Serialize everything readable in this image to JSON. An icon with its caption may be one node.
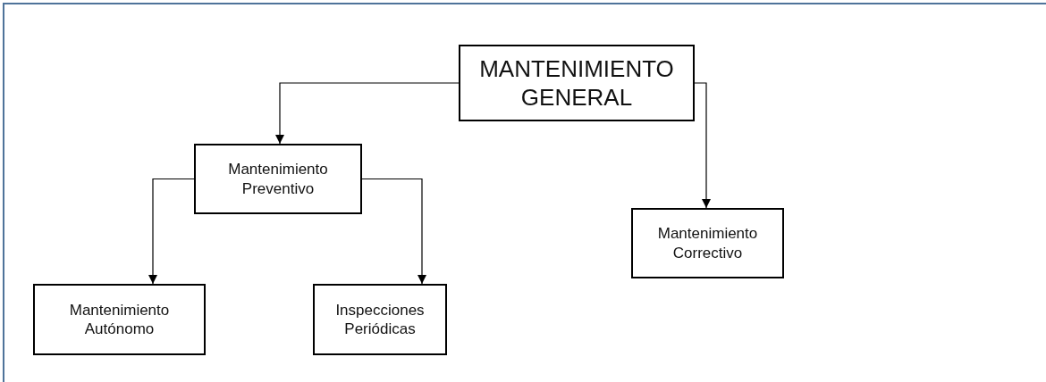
{
  "diagram": {
    "nodes": [
      {
        "text": [
          "MANTENIMIENTO GENERAL"
        ]
      },
      {
        "text": [
          "Mantenimiento Preventivo"
        ]
      },
      {
        "text": [
          "Mantenimiento Correctivo"
        ]
      },
      {
        "text": [
          "Mantenimiento Autónomo"
        ]
      },
      {
        "text": [
          "Inspecciones Periódicas"
        ]
      }
    ],
    "edges": [
      {
        "from": 0,
        "to": 1,
        "arrow": "to"
      },
      {
        "from": 0,
        "to": 2,
        "arrow": "to"
      },
      {
        "from": 1,
        "to": 3,
        "arrow": "to"
      },
      {
        "from": 1,
        "to": 4,
        "arrow": "to"
      }
    ]
  }
}
